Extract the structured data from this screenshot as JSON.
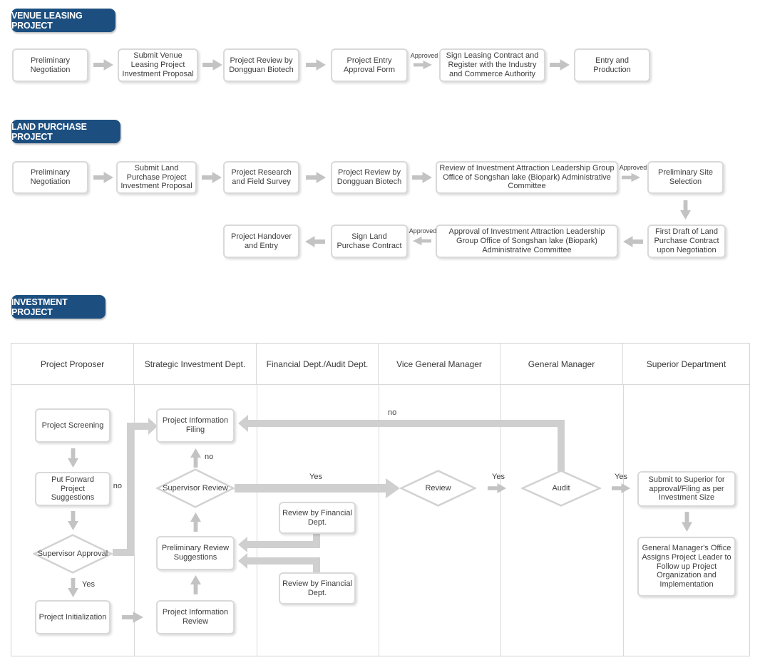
{
  "labels": {
    "approved": "Approved",
    "yes": "Yes",
    "no": "no"
  },
  "colors": {
    "badge_blue": "#1c4f80",
    "connector_gray": "#c9c9c9",
    "node_border": "#d9d9d9"
  },
  "venue": {
    "title": "VENUE LEASING PROJECT",
    "steps": [
      "Preliminary Negotiation",
      "Submit Venue Leasing Project Investment Proposal",
      "Project Review by Dongguan Biotech",
      "Project Entry Approval Form",
      "Sign Leasing Contract and Register with the Industry and Commerce Authority",
      "Entry and Production"
    ]
  },
  "land": {
    "title": "LAND PURCHASE PROJECT",
    "row1": [
      "Preliminary Negotiation",
      "Submit Land Purchase Project Investment Proposal",
      "Project Research and Field Survey",
      "Project Review by Dongguan Biotech",
      "Review of Investment Attraction Leadership Group Office of Songshan lake (Biopark) Administrative Committee",
      "Preliminary Site Selection"
    ],
    "row2": [
      "First Draft of Land Purchase Contract upon Negotiation",
      "Approval of Investment Attraction Leadership Group Office of Songshan lake (Biopark) Administrative Committee",
      "Sign Land Purchase Contract",
      "Project Handover and Entry"
    ]
  },
  "investment": {
    "title": "INVESTMENT PROJECT",
    "lanes": [
      "Project Proposer",
      "Strategic Investment Dept.",
      "Financial Dept./Audit Dept.",
      "Vice General Manager",
      "General Manager",
      "Superior Department"
    ],
    "proposer": {
      "screening": "Project Screening",
      "suggestions": "Put Forward Project Suggestions",
      "approval": "Supervisor Approval",
      "initialization": "Project Initialization"
    },
    "strategic": {
      "filing": "Project Information Filing",
      "review": "Supervisor Review",
      "prelim": "Preliminary Review Suggestions",
      "info_review": "Project Information Review"
    },
    "financial": {
      "review1": "Review by Financial Dept.",
      "review2": "Review by Financial Dept."
    },
    "vice_gm": {
      "review": "Review"
    },
    "gm": {
      "audit": "Audit"
    },
    "superior": {
      "submit": "Submit to Superior for approval/Filing as per Investment Size",
      "assign": "General Manager's Office Assigns Project Leader to Follow up Project Organization and Implementation"
    }
  }
}
